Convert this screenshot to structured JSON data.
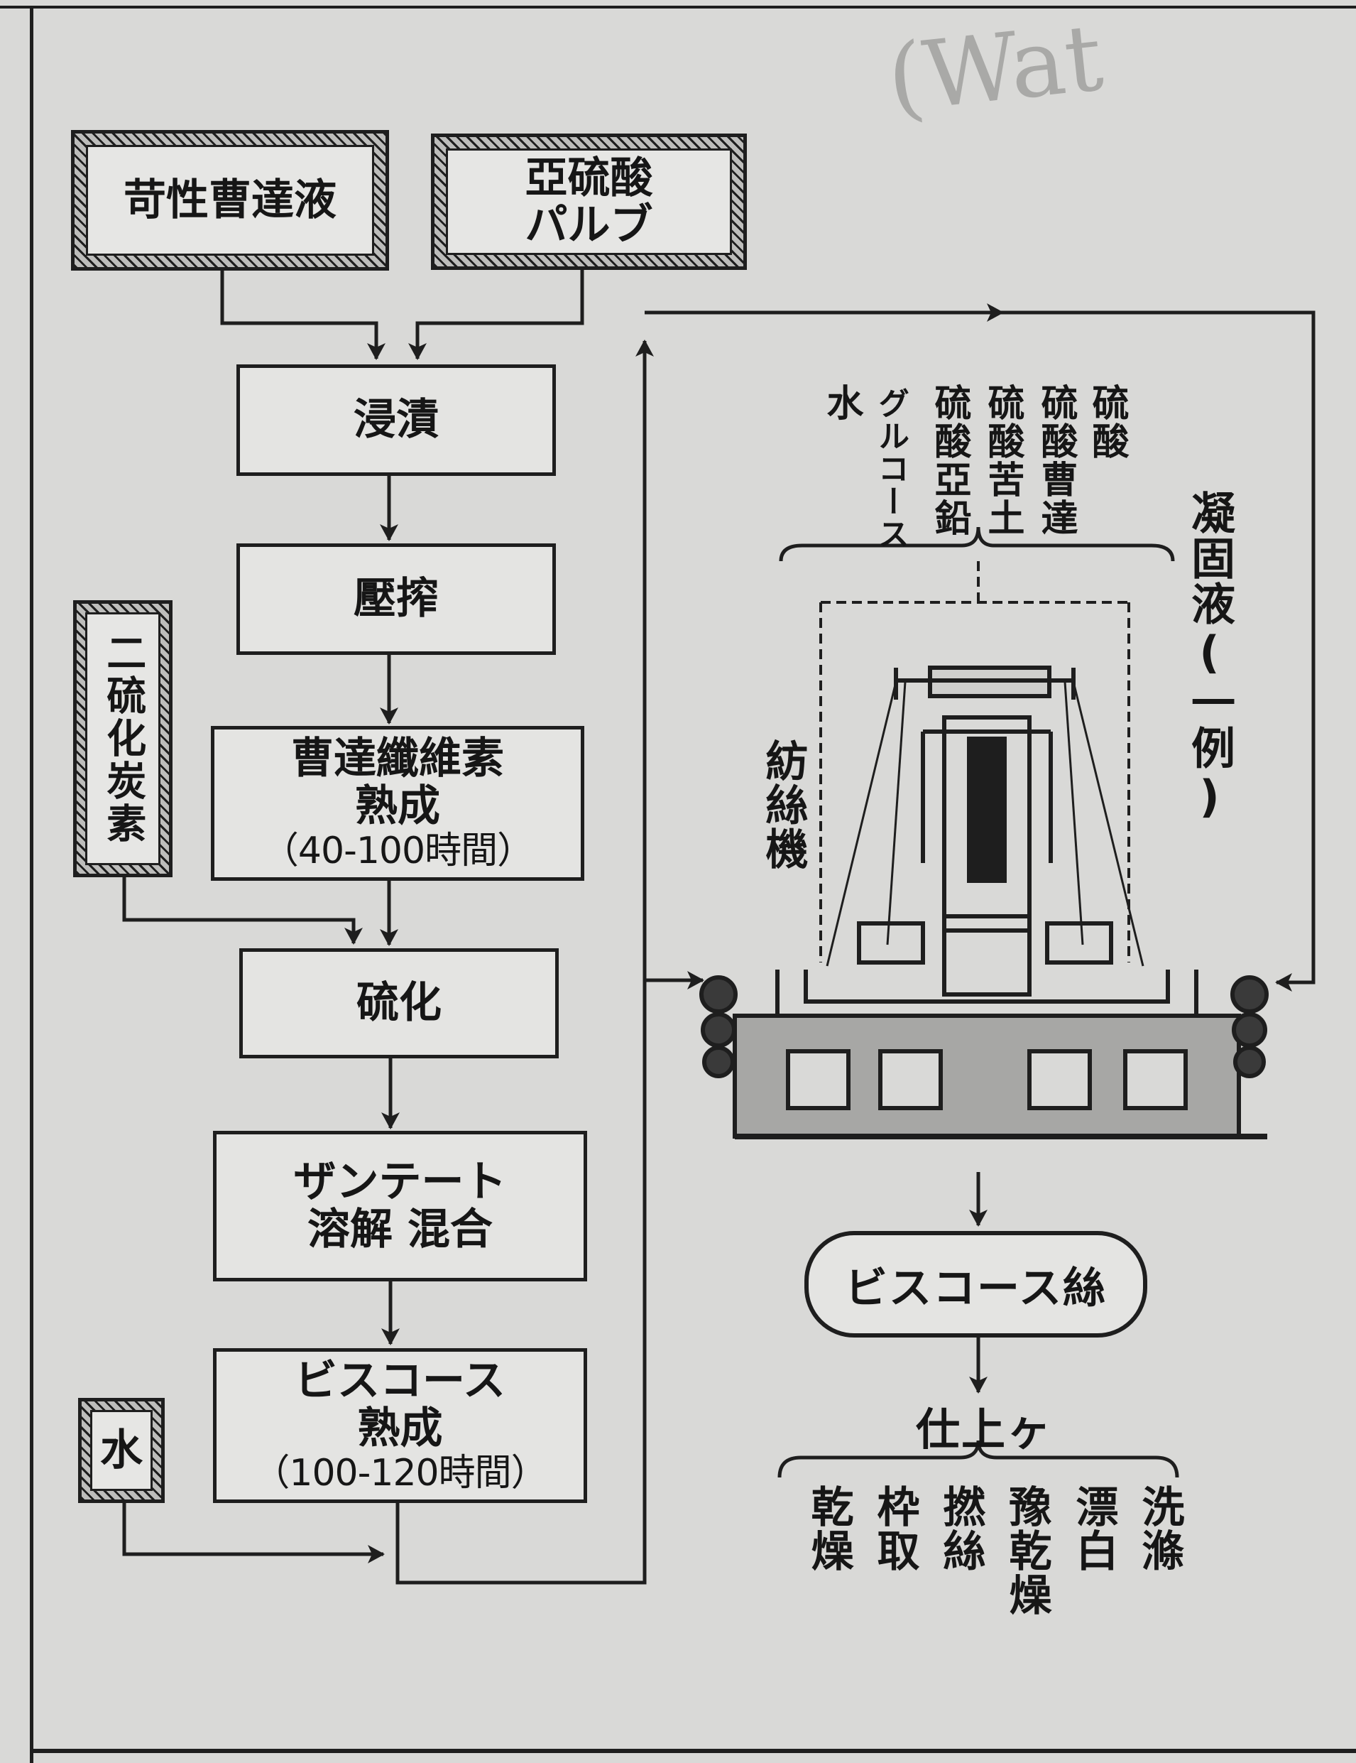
{
  "inputs": {
    "caustic_soda": "苛性曹達液",
    "sulfite_pulp": [
      "亞硫酸",
      "パルブ"
    ],
    "carbon_disulfide": "二硫化炭素",
    "water": "水"
  },
  "steps": {
    "steeping": "浸漬",
    "pressing": "壓搾",
    "alkali_cellulose": [
      "曹達纖維素",
      "熟成",
      "（40-100時間）"
    ],
    "sulfurization": "硫化",
    "xanthate": [
      "ザンテート",
      "溶解 混合"
    ],
    "viscose_ripening": [
      "ビスコース",
      "熟成",
      "（100-120時間）"
    ]
  },
  "spinning": {
    "machine_label": "紡絲機",
    "coagulating_label": "凝固液(一例)",
    "bath_components": [
      "硫酸",
      "硫酸曹達",
      "硫酸苦土",
      "硫酸亞鉛",
      "グルコース",
      "水"
    ],
    "product": "ビスコース絲",
    "finishing_title": "仕上ヶ",
    "finishing_steps": [
      "洗滌",
      "漂白",
      "豫乾燥",
      "撚絲",
      "枠取",
      "乾燥"
    ]
  },
  "annotation": "(Wat"
}
